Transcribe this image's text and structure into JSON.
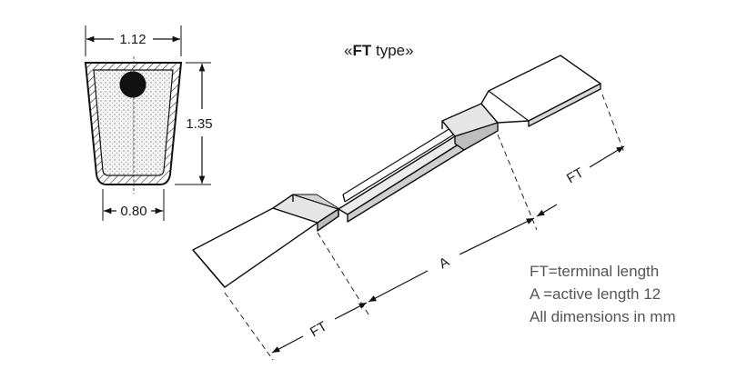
{
  "title": {
    "prefix": "«",
    "bold": "FT",
    "rest": " type»"
  },
  "cross_section": {
    "top_width": "1.12",
    "height": "1.35",
    "bottom_width": "0.80"
  },
  "strip": {
    "ft_left": "FT",
    "active": "A",
    "ft_right": "FT"
  },
  "legend": {
    "line1": "FT=terminal length",
    "line2": "A =active length 12",
    "line3": "All dimensions in mm"
  }
}
